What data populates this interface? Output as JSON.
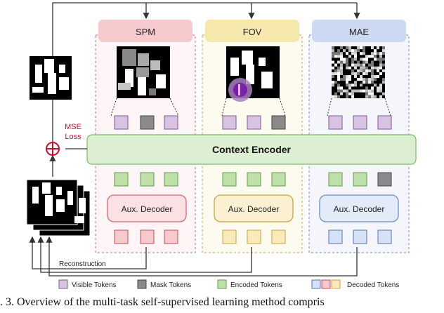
{
  "panels": {
    "spm": {
      "label": "SPM",
      "decoder_label": "Aux. Decoder"
    },
    "fov": {
      "label": "FOV",
      "decoder_label": "Aux. Decoder"
    },
    "mae": {
      "label": "MAE",
      "decoder_label": "Aux. Decoder"
    }
  },
  "encoder_label": "Context Encoder",
  "loss_label_line1": "MSE",
  "loss_label_line2": "Loss",
  "reconstruction_label": "Reconstruction",
  "legend": {
    "visible": "Visible Tokens",
    "mask": "Mask Tokens",
    "encoded": "Encoded Tokens",
    "decoded": "Decoded Tokens"
  },
  "caption": ". 3.  Overview of the multi-task self-supervised learning method compris",
  "colors": {
    "spm": "#e6888f",
    "fov": "#e2c36a",
    "mae": "#8fa9dc",
    "visible": "#d8c3e3",
    "mask": "#8a8a8a",
    "encoded": "#bfe0a8",
    "encoder": "#dcefd3",
    "loss": "#c8102e"
  }
}
